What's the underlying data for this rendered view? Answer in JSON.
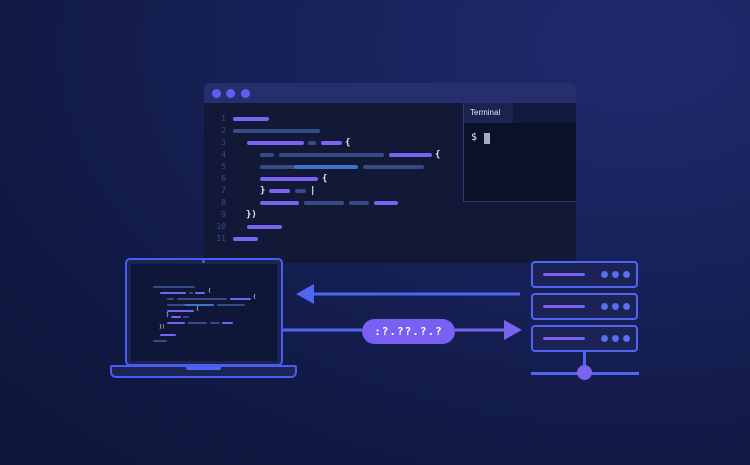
{
  "editor": {
    "line_numbers": [
      "1",
      "2",
      "3",
      "4",
      "5",
      "6",
      "7",
      "8",
      "9",
      "10",
      "11"
    ],
    "braces": {
      "l3": "{",
      "l4": "{",
      "l6": "{",
      "l7a": "}",
      "l7b": "|",
      "l9": "})"
    }
  },
  "terminal": {
    "tab_label": "Terminal",
    "prompt": "$"
  },
  "laptop_code": {
    "braces": [
      "{",
      "{",
      "{",
      "}",
      "})"
    ]
  },
  "connection": {
    "address": ":?.??.?.?"
  },
  "colors": {
    "accent": "#5d5ff0",
    "purple": "#7b63f2",
    "pill": "#7a5ff3",
    "background": "#131c4a"
  }
}
